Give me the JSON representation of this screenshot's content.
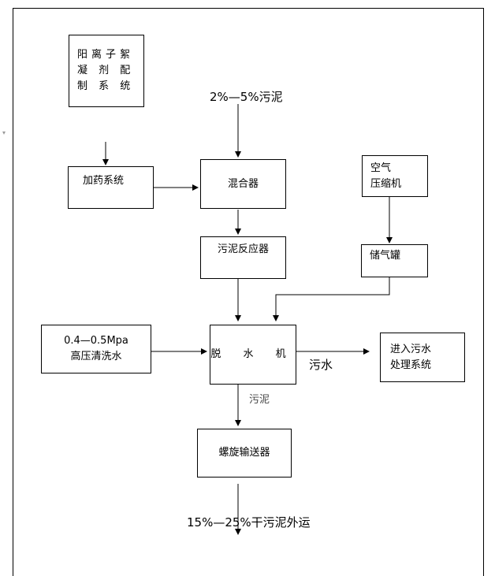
{
  "boxes": {
    "flocculant_prep": {
      "lines": [
        "阳离子絮",
        "凝 剂 配",
        "制 系 统"
      ]
    },
    "dosing_system": "加药系统",
    "mixer": "混合器",
    "sludge_reactor": "污泥反应器",
    "air_compressor": {
      "lines": [
        "空气",
        "压缩机"
      ]
    },
    "air_tank": "储气罐",
    "high_pressure_water": {
      "lines": [
        "0.4—0.5Mpa",
        "高压清洗水"
      ]
    },
    "dewatering_machine": "脱 水 机",
    "wastewater_treatment": {
      "lines": [
        "进入污水",
        "处理系统"
      ]
    },
    "screw_conveyor": "螺旋输送器"
  },
  "labels": {
    "sludge_input": "2%—5%污泥",
    "wastewater": "污水",
    "sludge_output": "污泥",
    "dry_sludge_out": "15%—25%干污泥外运"
  }
}
